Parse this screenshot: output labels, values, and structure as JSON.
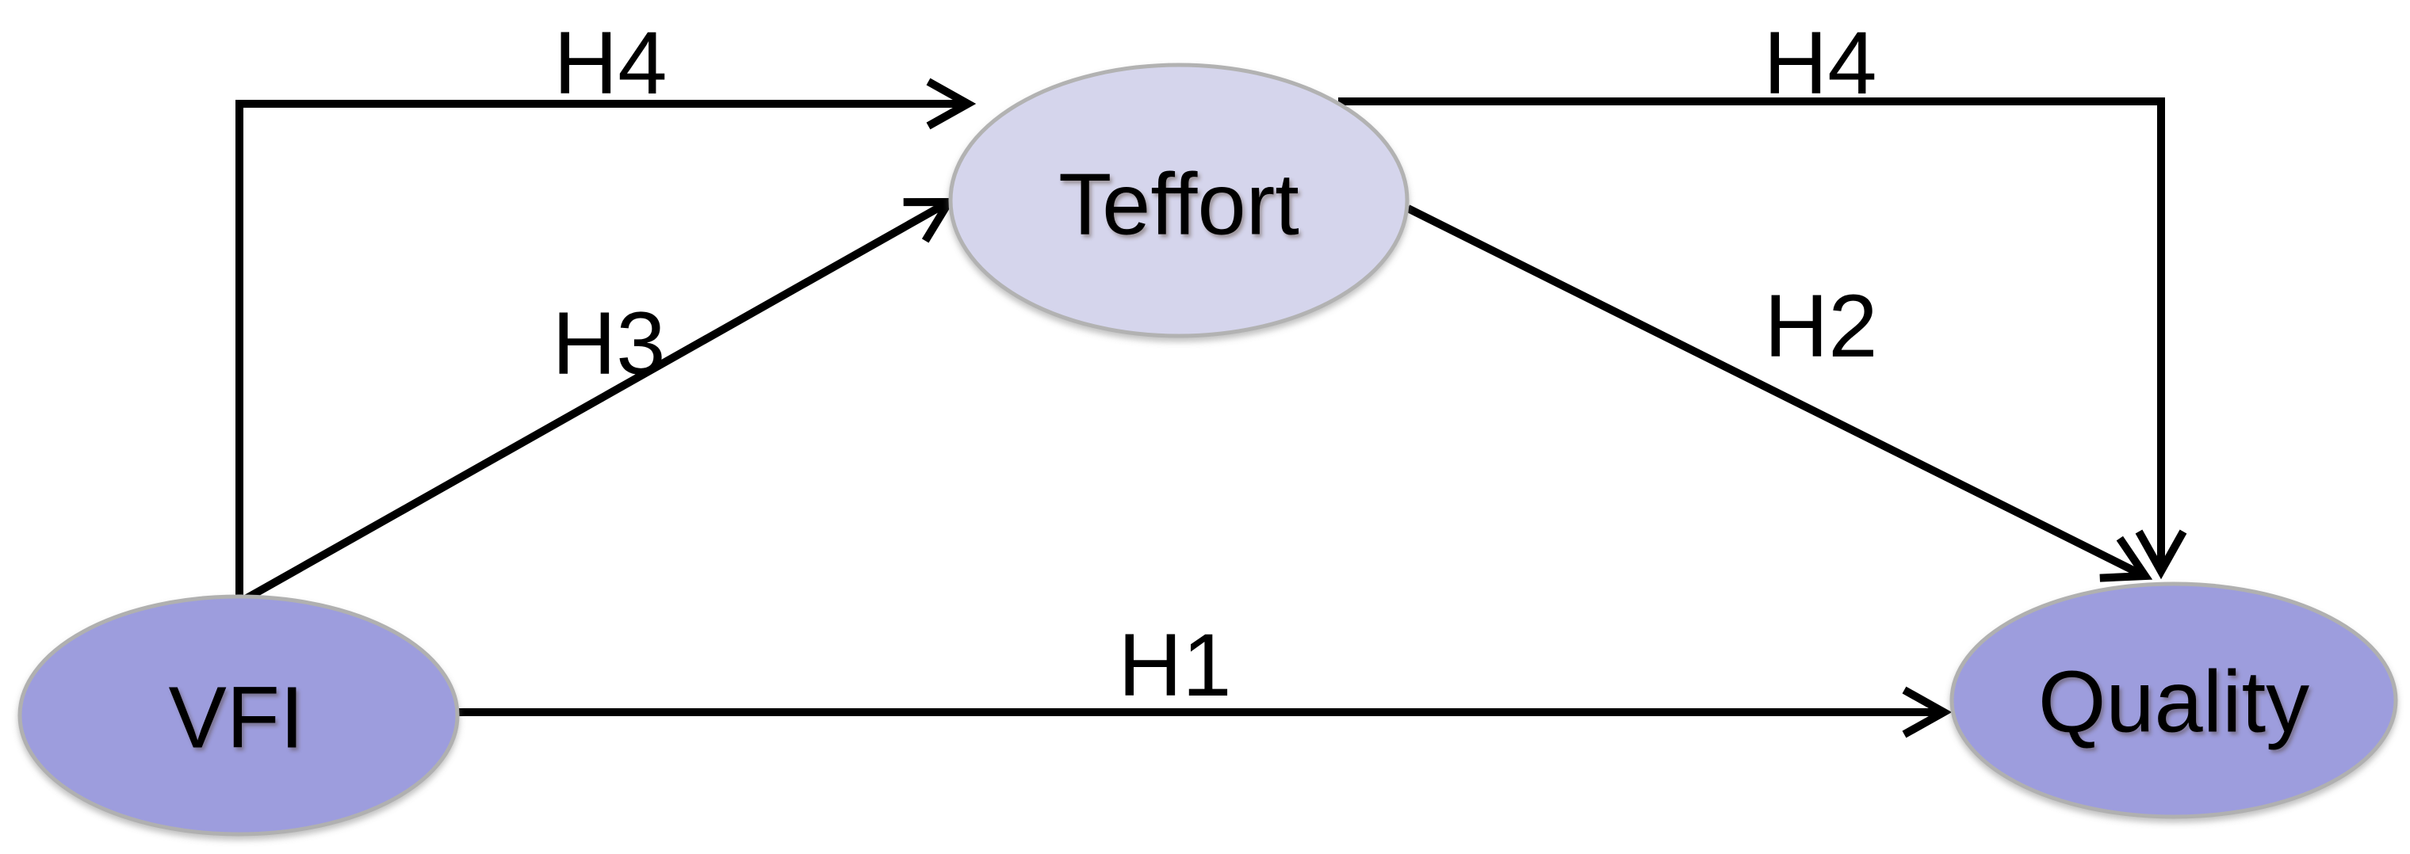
{
  "diagram": {
    "title": "",
    "background_color": "#ffffff",
    "line_color": "#000000",
    "text_color": "#000000",
    "node_border_color": "#b0b0b0",
    "nodes": [
      {
        "id": "vfi",
        "label": "VFI",
        "shape": "ellipse",
        "fill": "#9d9ddd",
        "stroke": "#b0b0b0",
        "position": "bottom-left"
      },
      {
        "id": "teffort",
        "label": "Teffort",
        "shape": "ellipse",
        "fill": "#d5d5ec",
        "stroke": "#b2b2b2",
        "position": "top-center"
      },
      {
        "id": "quality",
        "label": "Quality",
        "shape": "ellipse",
        "fill": "#9d9ddd",
        "stroke": "#b0b0b0",
        "position": "bottom-right"
      }
    ],
    "edges": [
      {
        "id": "h1",
        "label": "H1",
        "from": "VFI",
        "to": "Quality",
        "style": "straight-horizontal"
      },
      {
        "id": "h2",
        "label": "H2",
        "from": "Teffort",
        "to": "Quality",
        "style": "straight-diagonal"
      },
      {
        "id": "h3",
        "label": "H3",
        "from": "VFI",
        "to": "Teffort",
        "style": "straight-diagonal"
      },
      {
        "id": "h4-left",
        "label": "H4",
        "from": "VFI",
        "to": "Teffort",
        "style": "elbow-up-right"
      },
      {
        "id": "h4-right",
        "label": "H4",
        "from": "Teffort",
        "to": "Quality",
        "style": "elbow-right-down"
      }
    ]
  }
}
